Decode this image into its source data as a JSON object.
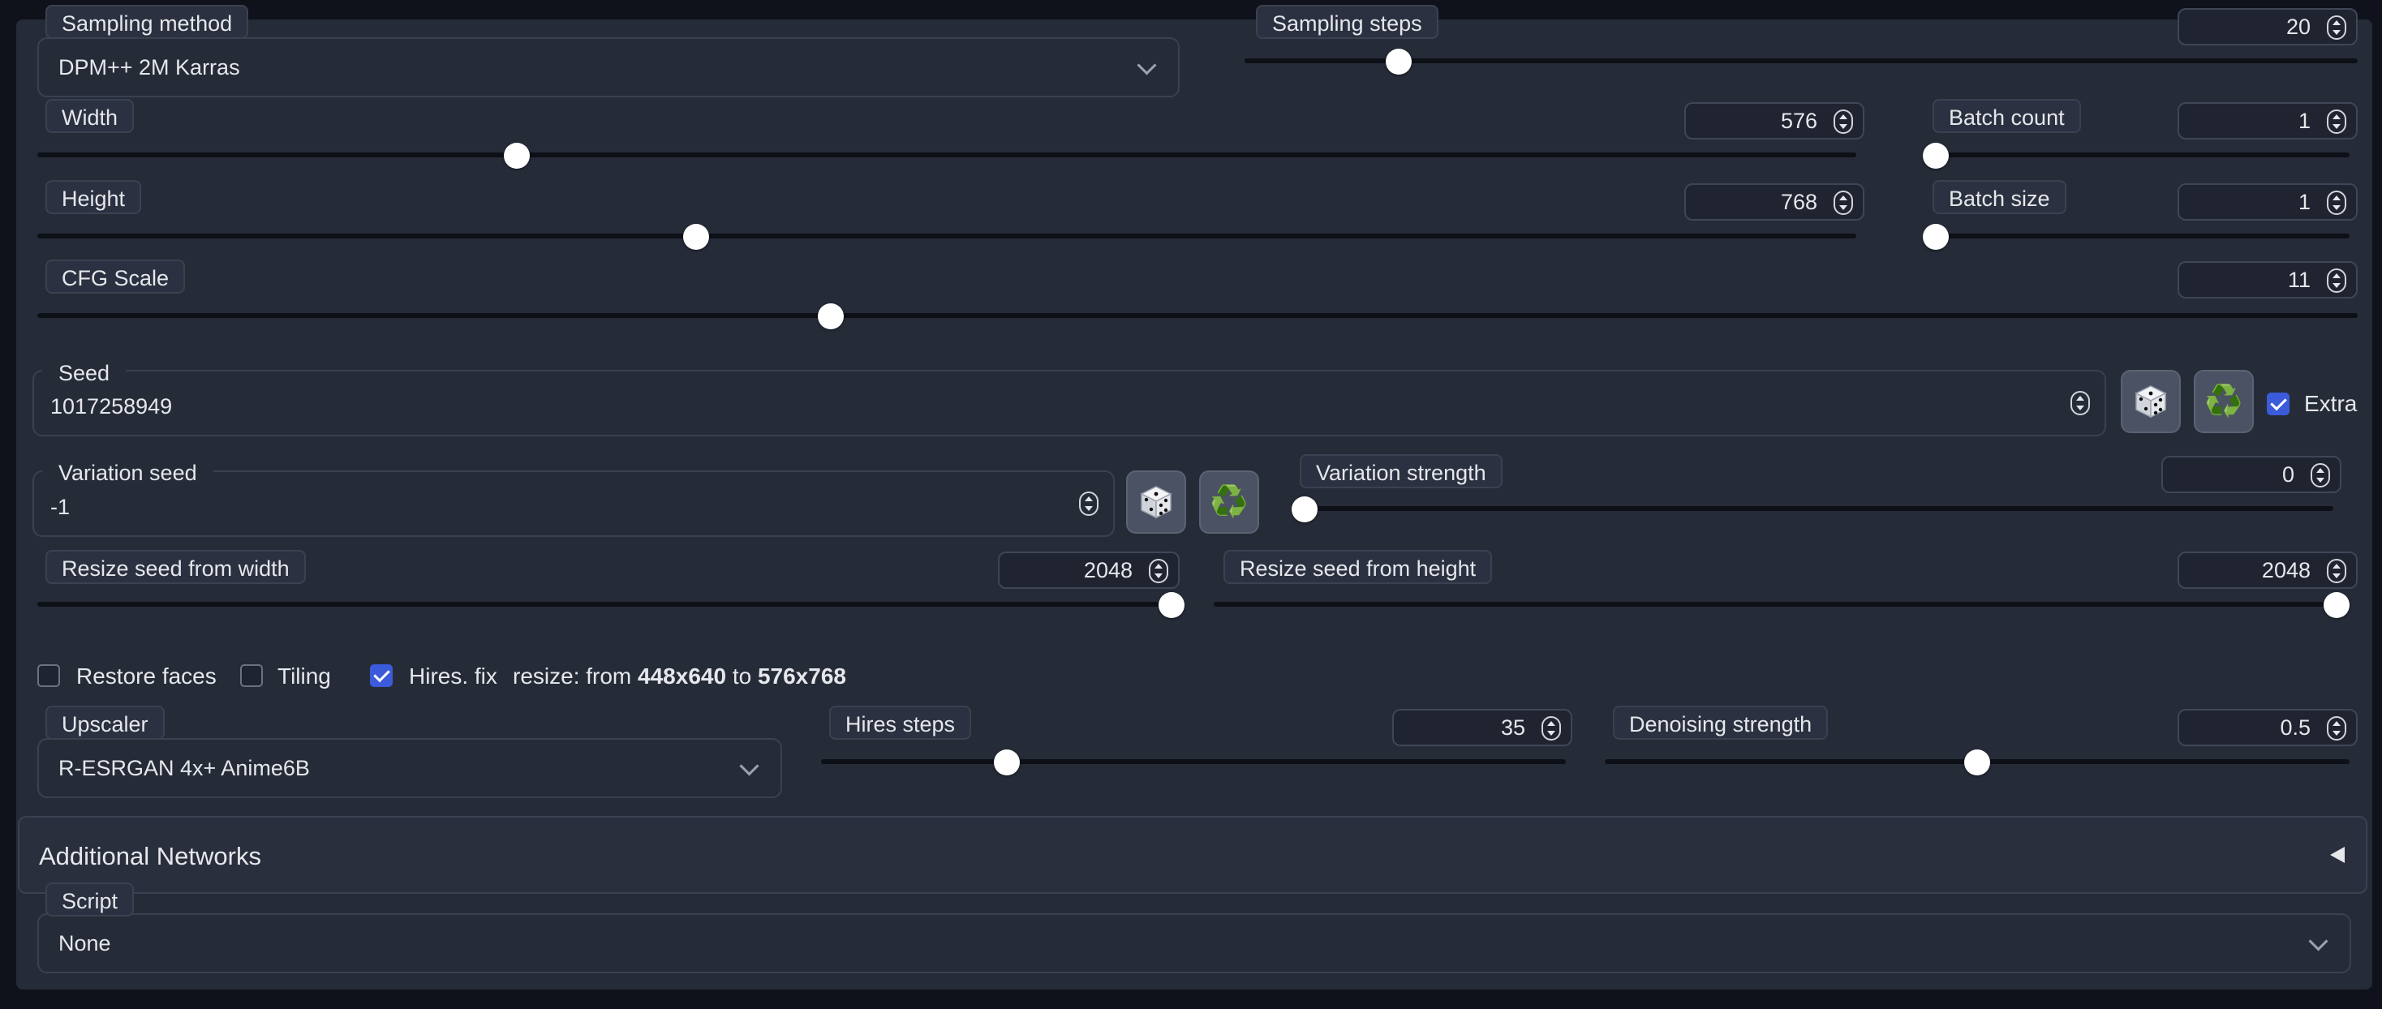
{
  "sampling_method": {
    "label": "Sampling method",
    "value": "DPM++ 2M Karras"
  },
  "sampling_steps": {
    "label": "Sampling steps",
    "value": "20",
    "fraction": 0.13
  },
  "width": {
    "label": "Width",
    "value": "576",
    "fraction": 0.26
  },
  "height": {
    "label": "Height",
    "value": "768",
    "fraction": 0.36
  },
  "batch_count": {
    "label": "Batch count",
    "value": "1",
    "fraction": 0.0
  },
  "batch_size": {
    "label": "Batch size",
    "value": "1",
    "fraction": 0.0
  },
  "cfg_scale": {
    "label": "CFG Scale",
    "value": "11",
    "fraction": 0.34
  },
  "seed": {
    "label": "Seed",
    "value": "1017258949",
    "extra_label": "Extra",
    "extra_checked": true
  },
  "variation_seed": {
    "label": "Variation seed",
    "value": "-1"
  },
  "variation_strength": {
    "label": "Variation strength",
    "value": "0",
    "fraction": 0.0
  },
  "resize_seed_width": {
    "label": "Resize seed from width",
    "value": "2048",
    "fraction": 1.0
  },
  "resize_seed_height": {
    "label": "Resize seed from height",
    "value": "2048",
    "fraction": 1.0
  },
  "options": {
    "restore_faces": {
      "label": "Restore faces",
      "checked": false
    },
    "tiling": {
      "label": "Tiling",
      "checked": false
    },
    "hires_fix": {
      "label": "Hires. fix",
      "checked": true
    },
    "resize_prefix": "resize: from",
    "resize_from": "448x640",
    "resize_to_word": "to",
    "resize_to": "576x768"
  },
  "upscaler": {
    "label": "Upscaler",
    "value": "R-ESRGAN 4x+ Anime6B"
  },
  "hires_steps": {
    "label": "Hires steps",
    "value": "35",
    "fraction": 0.24
  },
  "denoising_strength": {
    "label": "Denoising strength",
    "value": "0.5",
    "fraction": 0.5
  },
  "additional_networks": {
    "title": "Additional Networks"
  },
  "script": {
    "label": "Script",
    "value": "None"
  },
  "icons": {
    "dice": "dice-icon",
    "recycle": "recycle-icon",
    "recycle_glyph": "♻️",
    "chevron": "chevron-down-icon",
    "collapse": "triangle-left-icon"
  },
  "colors": {
    "accent": "#3b5bdb",
    "panel": "#262b38",
    "background": "#0f121b"
  }
}
